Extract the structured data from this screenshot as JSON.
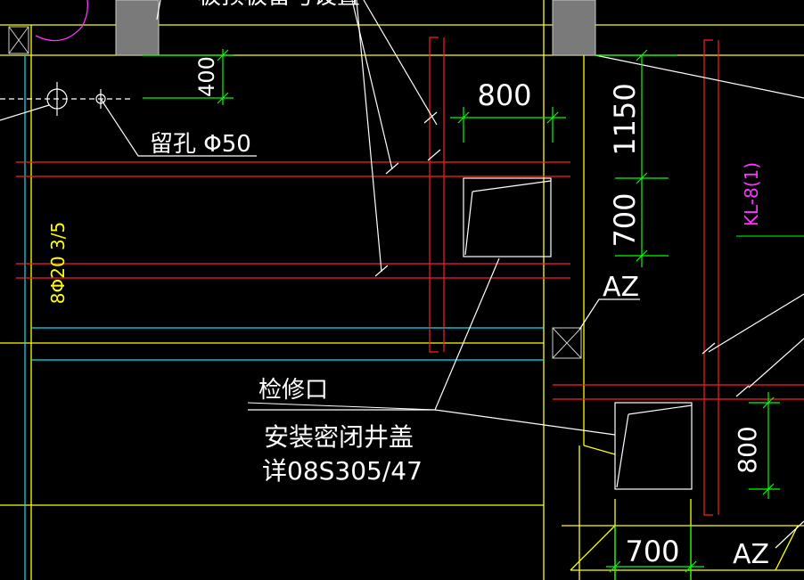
{
  "colors": {
    "background": "#000000",
    "yellow": "#ffff00",
    "white": "#ffffff",
    "red": "#ff2020",
    "green": "#00ff00",
    "cyan": "#00e5ff",
    "magenta": "#ff33ff",
    "column_fill": "#7a7a7a"
  },
  "labels": {
    "top_cut_note": "板预板留亏设置",
    "hole_note": "留孔 Φ50",
    "dim_400": "400",
    "dim_800_top": "800",
    "dim_1150": "1150",
    "dim_700_side": "700",
    "rebar_note": "8Φ20 3/5",
    "az_upper": "AZ",
    "beam_tag": "KL-8(1)",
    "opening_title": "检修口",
    "cover_note": "安装密闭井盖",
    "detail_ref": "详08S305/47",
    "dim_800_right": "800",
    "dim_700_bottom": "700",
    "az_lower": "AZ"
  }
}
